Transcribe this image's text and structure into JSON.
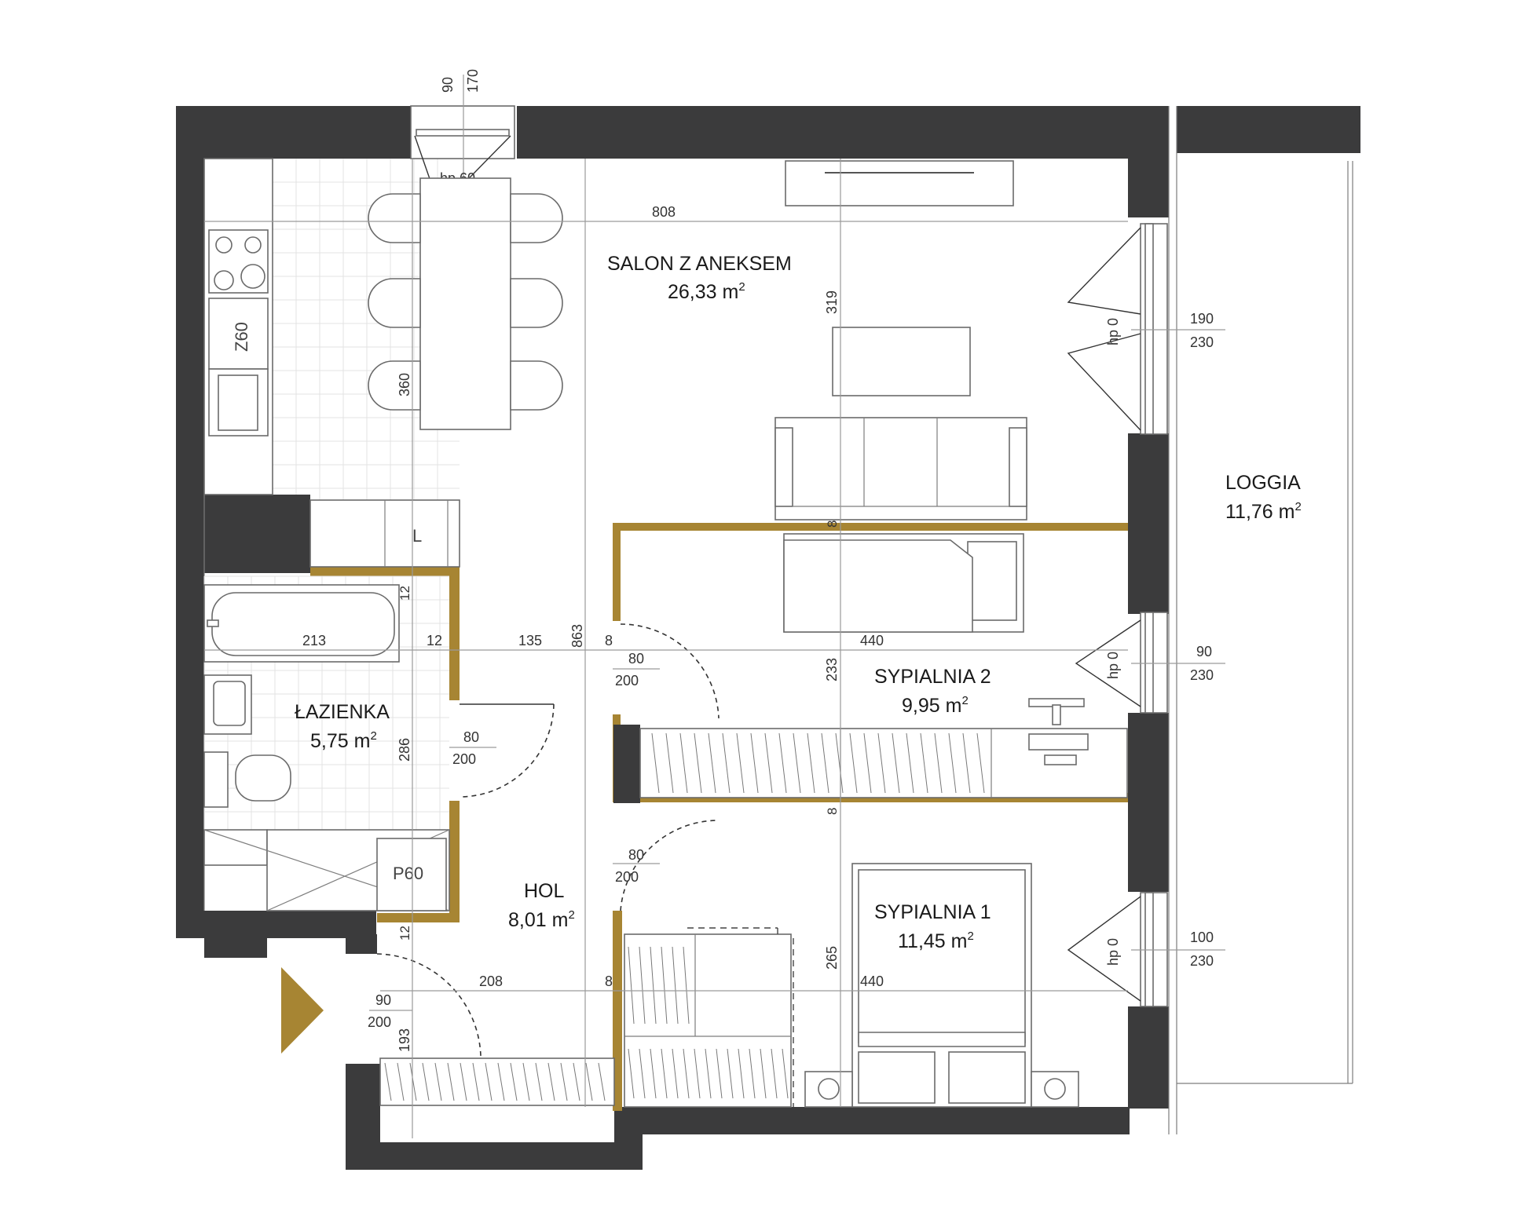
{
  "rooms": {
    "salon": {
      "name": "SALON Z ANEKSEM",
      "area": "26,33 m",
      "sup": "2"
    },
    "loggia": {
      "name": "LOGGIA",
      "area": "11,76 m",
      "sup": "2"
    },
    "sypialnia2": {
      "name": "SYPIALNIA 2",
      "area": "9,95 m",
      "sup": "2"
    },
    "lazienka": {
      "name": "ŁAZIENKA",
      "area": "5,75 m",
      "sup": "2"
    },
    "hol": {
      "name": "HOL",
      "area": "8,01 m",
      "sup": "2"
    },
    "sypialnia1": {
      "name": "SYPIALNIA 1",
      "area": "11,45 m",
      "sup": "2"
    }
  },
  "dimensions": {
    "top_window_w": "90",
    "top_window_h": "170",
    "top_window_hp": "hp 60",
    "salon_width": "808",
    "salon_depth": "319",
    "kitchen_depth": "360",
    "bath_width": "213",
    "bath_wall": "12",
    "bath_wall_top": "12",
    "hol_width": "135",
    "hol_depth": "863",
    "wall_8a": "8",
    "syp2_width": "440",
    "syp2_depth": "233",
    "wall_8b": "8",
    "wall_8c": "8",
    "bath_depth": "286",
    "wall_12b": "12",
    "entry_width": "208",
    "wall_8d": "8",
    "syp1_width": "440",
    "syp1_depth": "265",
    "entry_depth": "193"
  },
  "doors": {
    "syp2_door": {
      "w": "80",
      "h": "200"
    },
    "bath_door": {
      "w": "80",
      "h": "200"
    },
    "syp1_door": {
      "w": "80",
      "h": "200"
    },
    "entry_door": {
      "w": "90",
      "h": "200"
    }
  },
  "windows": {
    "salon_window": {
      "hp": "hp 0",
      "w": "190",
      "h": "230"
    },
    "syp2_window": {
      "hp": "hp 0",
      "w": "90",
      "h": "230"
    },
    "syp1_window": {
      "hp": "hp 0",
      "w": "100",
      "h": "230"
    }
  },
  "fixtures": {
    "fridge": "Z60",
    "shower": "P60",
    "washer": "L"
  },
  "colors": {
    "wall": "#3b3b3c",
    "accent": "#a78533"
  }
}
